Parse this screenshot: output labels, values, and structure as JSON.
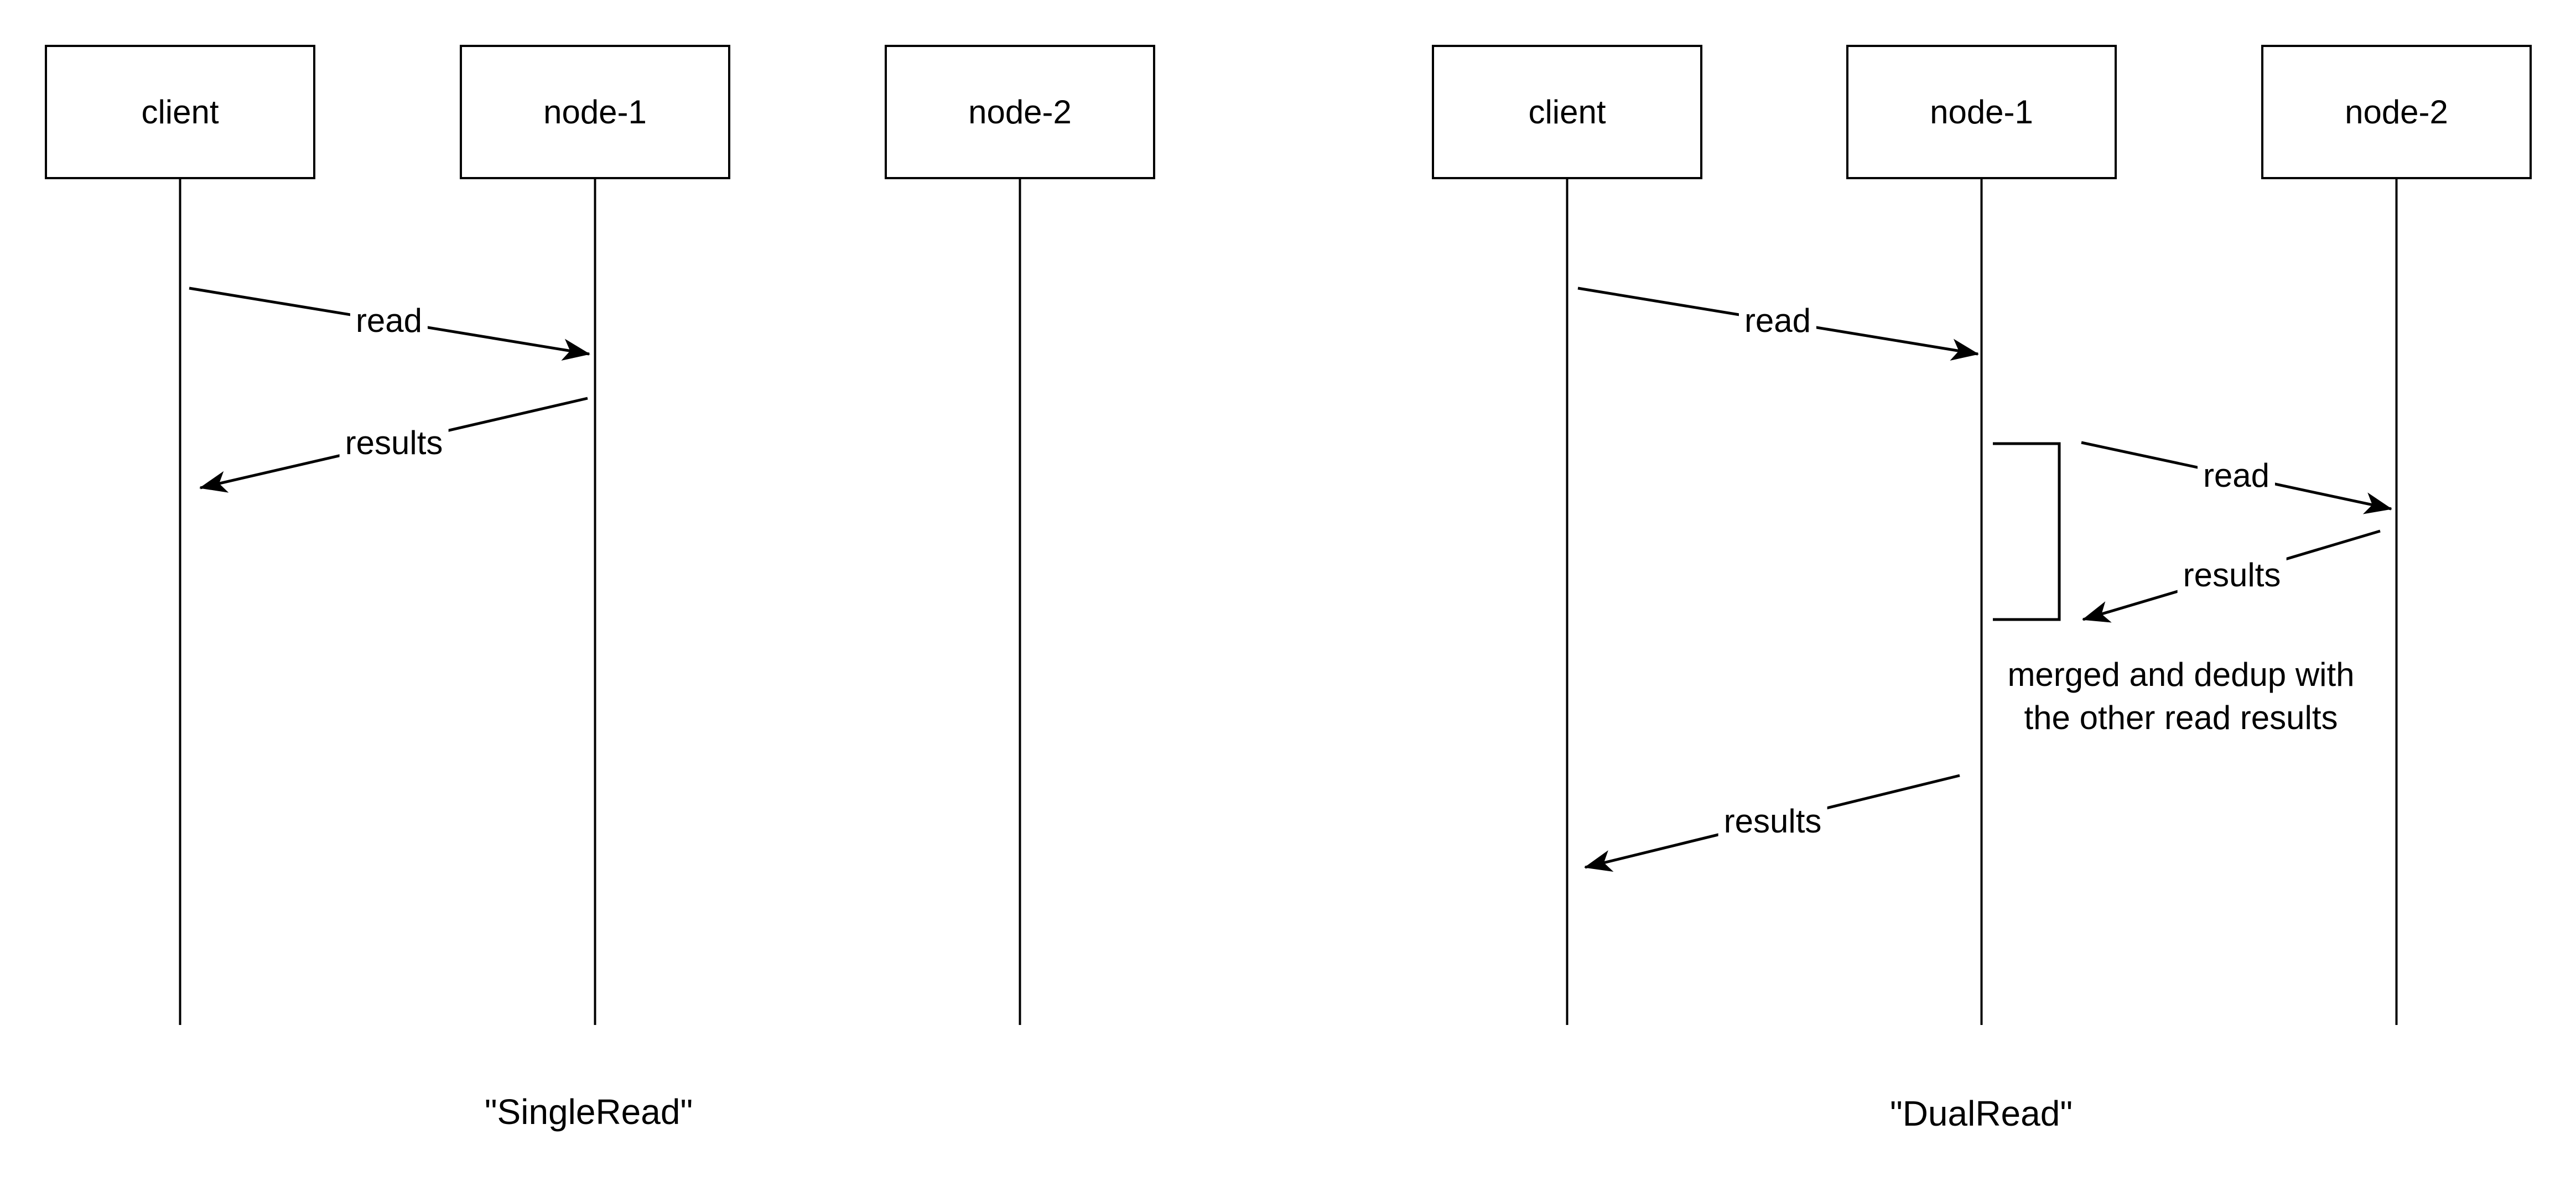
{
  "left_diagram": {
    "title": "\"SingleRead\"",
    "actors": {
      "client": "client",
      "node1": "node-1",
      "node2": "node-2"
    },
    "messages": {
      "read": "read",
      "results": "results"
    }
  },
  "right_diagram": {
    "title": "\"DualRead\"",
    "actors": {
      "client": "client",
      "node1": "node-1",
      "node2": "node-2"
    },
    "messages": {
      "read_client_node1": "read",
      "read_node1_node2": "read",
      "results_node2_node1": "results",
      "results_node1_client": "results"
    },
    "note": "merged and dedup with\nthe other read results"
  },
  "colors": {
    "line": "#000000",
    "background": "#ffffff"
  }
}
